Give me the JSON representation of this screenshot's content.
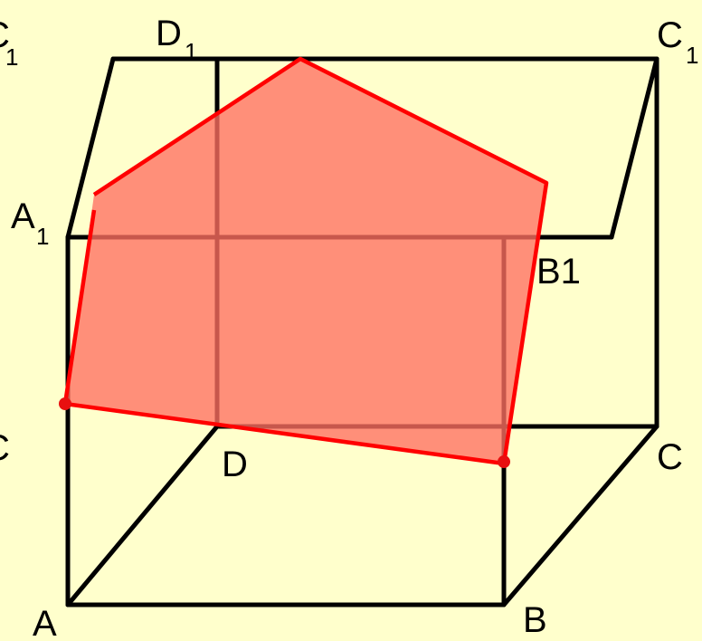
{
  "colors": {
    "background": "#ffffcc",
    "edge": "#000000",
    "section_fill": "#ff6f61",
    "section_stroke": "#ff0000",
    "point": "#e81010"
  },
  "labels": {
    "A": "A",
    "B": "B",
    "C": "C",
    "D": "D",
    "A1_letter": "A",
    "A1_sub": "1",
    "B1": "B1",
    "C1_letter": "C",
    "C1_sub": "1",
    "D1_letter": "D",
    "D1_sub": "1",
    "left_cut_c1_letter": "C",
    "left_cut_c1_sub": "1",
    "left_cut_c": "C"
  }
}
